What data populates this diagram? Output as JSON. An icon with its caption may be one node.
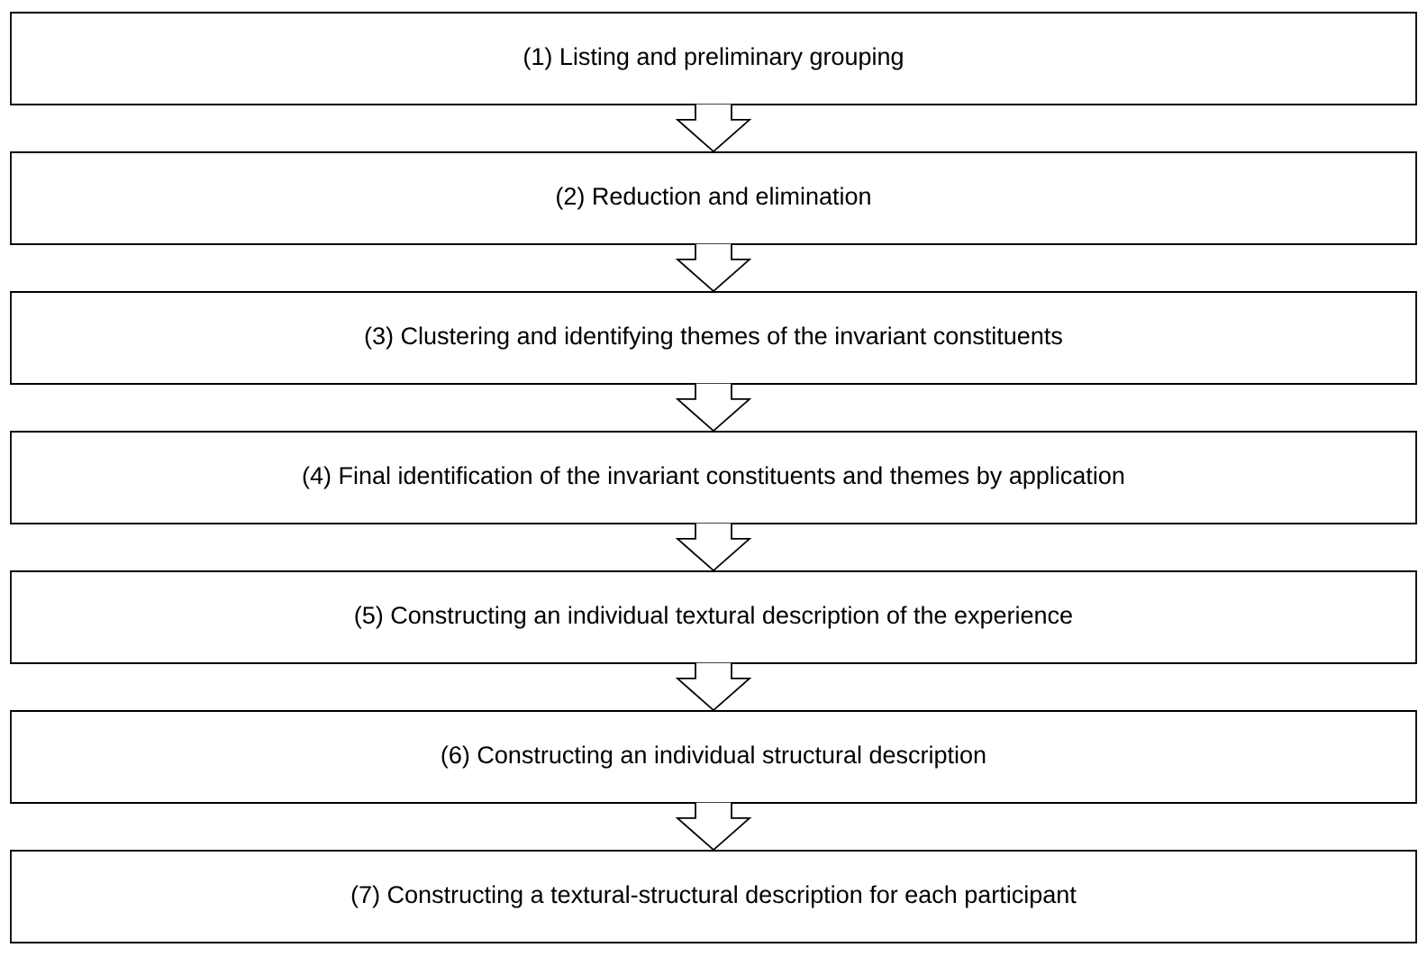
{
  "diagram": {
    "nodes": [
      {
        "text": [
          "(1) Listing and preliminary grouping"
        ]
      },
      {
        "text": [
          "(2) Reduction and elimination"
        ]
      },
      {
        "text": [
          "(3) Clustering and identifying themes of the invariant constituents"
        ]
      },
      {
        "text": [
          "(4) Final identification of the invariant constituents and themes by application"
        ]
      },
      {
        "text": [
          "(5) Constructing an individual textural description of the experience"
        ]
      },
      {
        "text": [
          "(6) Constructing an individual structural description"
        ]
      },
      {
        "text": [
          "(7) Constructing a textural-structural description for each participant"
        ]
      }
    ],
    "edges": [
      {
        "from": 0,
        "to": 1,
        "arrow": "to"
      },
      {
        "from": 1,
        "to": 2,
        "arrow": "to"
      },
      {
        "from": 2,
        "to": 3,
        "arrow": "to"
      },
      {
        "from": 3,
        "to": 4,
        "arrow": "to"
      },
      {
        "from": 4,
        "to": 5,
        "arrow": "to"
      },
      {
        "from": 5,
        "to": 6,
        "arrow": "to"
      }
    ]
  }
}
